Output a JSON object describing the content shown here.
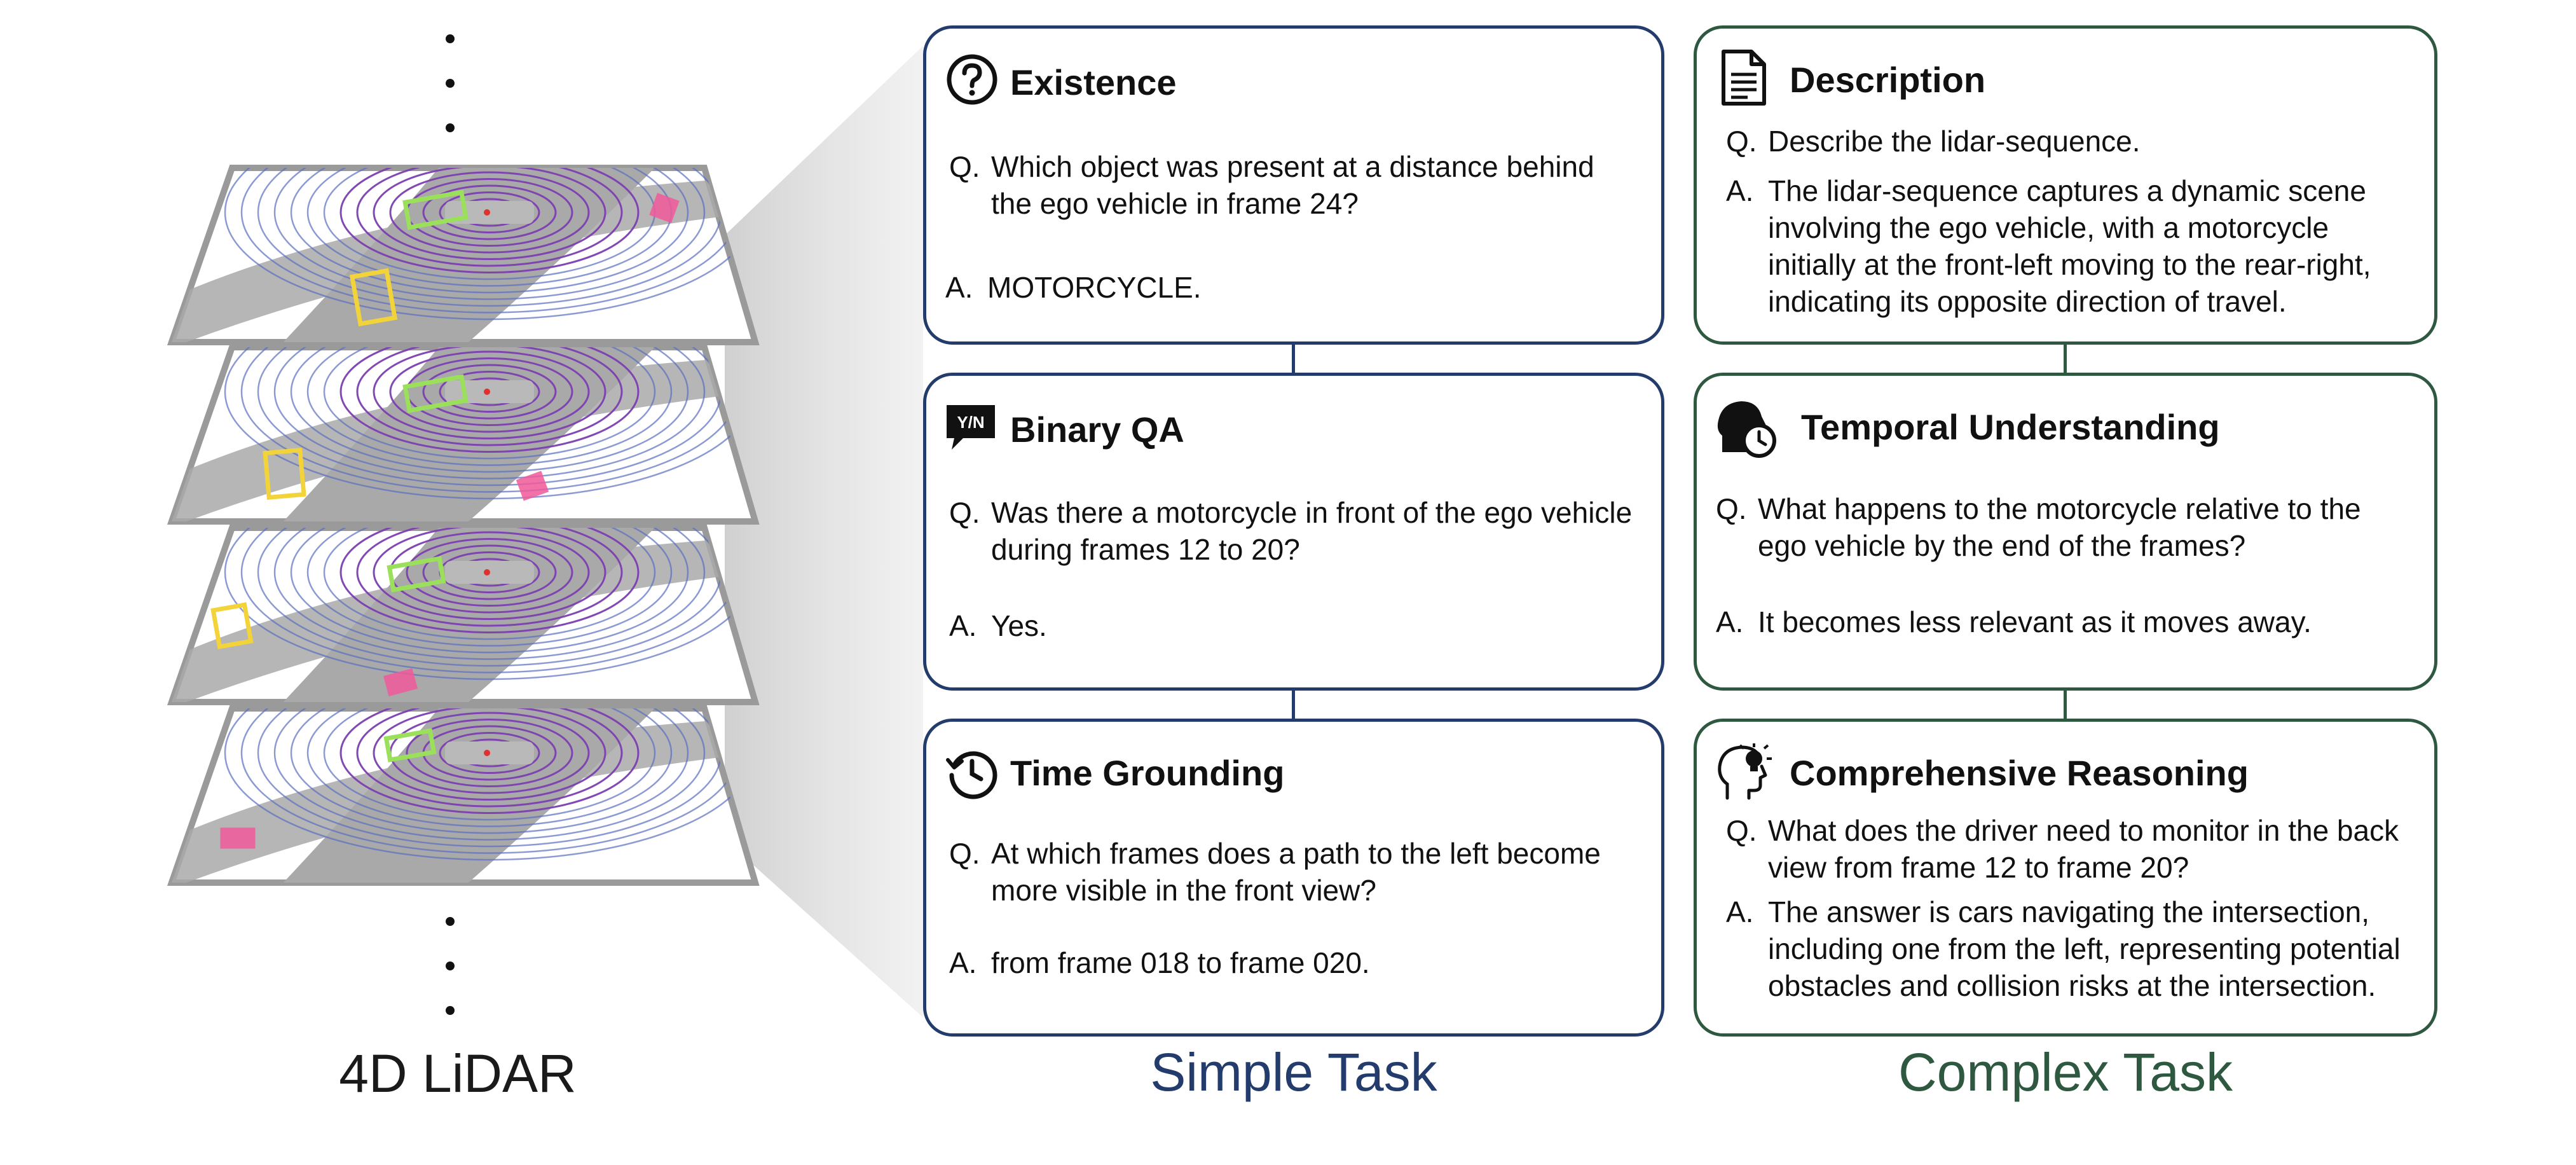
{
  "left_label": "4D LiDAR",
  "colors": {
    "simple": "#233c6b",
    "complex": "#2e5940",
    "lidar_rings": "#7b3fb0",
    "lidar_lines": "#5a6fc0",
    "plane_fill": "#a9a9a9",
    "box_green": "#9be05a",
    "box_yellow": "#f2d43a",
    "box_pink": "#f05a9a"
  },
  "simple": {
    "label": "Simple Task",
    "cards": [
      {
        "title": "Existence",
        "icon": "question-circle-icon",
        "q_prefix": "Q.",
        "q": "Which object was present at a distance behind the ego vehicle in frame 24?",
        "a_prefix": "A.",
        "a": "MOTORCYCLE."
      },
      {
        "title": "Binary QA",
        "icon": "yes-no-bubble-icon",
        "icon_text": "Y/N",
        "q_prefix": "Q.",
        "q": "Was there a motorcycle in front of the ego vehicle during frames 12 to 20?",
        "a_prefix": "A.",
        "a": "Yes."
      },
      {
        "title": "Time Grounding",
        "icon": "clock-rewind-icon",
        "q_prefix": "Q.",
        "q": "At which frames does a path to the left become more visible in the front view?",
        "a_prefix": "A.",
        "a": "from frame 018 to frame 020."
      }
    ]
  },
  "complex": {
    "label": "Complex Task",
    "cards": [
      {
        "title": "Description",
        "icon": "document-icon",
        "q_prefix": "Q.",
        "q": "Describe the lidar-sequence.",
        "a_prefix": "A.",
        "a": "The lidar-sequence captures a dynamic scene involving the ego vehicle, with a motorcycle initially at the front-left moving to the rear-right, indicating its opposite direction of travel."
      },
      {
        "title": "Temporal Understanding",
        "icon": "head-clock-icon",
        "q_prefix": "Q.",
        "q": "What happens to the motorcycle relative to the ego vehicle by the end of the frames?",
        "a_prefix": "A.",
        "a": "It becomes less relevant as it moves away."
      },
      {
        "title": "Comprehensive Reasoning",
        "icon": "head-lightbulb-icon",
        "q_prefix": "Q.",
        "q": "What does the driver need to monitor in the back view from frame 12 to frame 20?",
        "a_prefix": "A.",
        "a": "The answer is cars navigating the intersection, including one from the left, representing potential obstacles and collision risks at the intersection."
      }
    ]
  }
}
